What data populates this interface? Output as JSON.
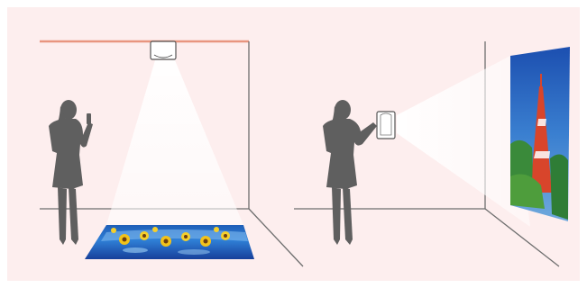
{
  "colors": {
    "background": "#fdeeee",
    "frame": "#ffffff",
    "wall_line": "#6e6e6e",
    "ceiling_accent": "#e8957f",
    "silhouette": "#5f5f5f",
    "projector_body": "#ffffff",
    "projector_outline": "#555555",
    "beam": "#ffffff"
  },
  "scenes": [
    {
      "name": "ceiling-projection",
      "projector": "ceiling-mounted-projector-icon",
      "projected_image": "sunflower-field-image",
      "person": "woman-silhouette-with-phone"
    },
    {
      "name": "wall-projection",
      "projector": "handheld-projector-icon",
      "projected_image": "tokyo-tower-image",
      "person": "woman-silhouette-with-phone"
    }
  ]
}
